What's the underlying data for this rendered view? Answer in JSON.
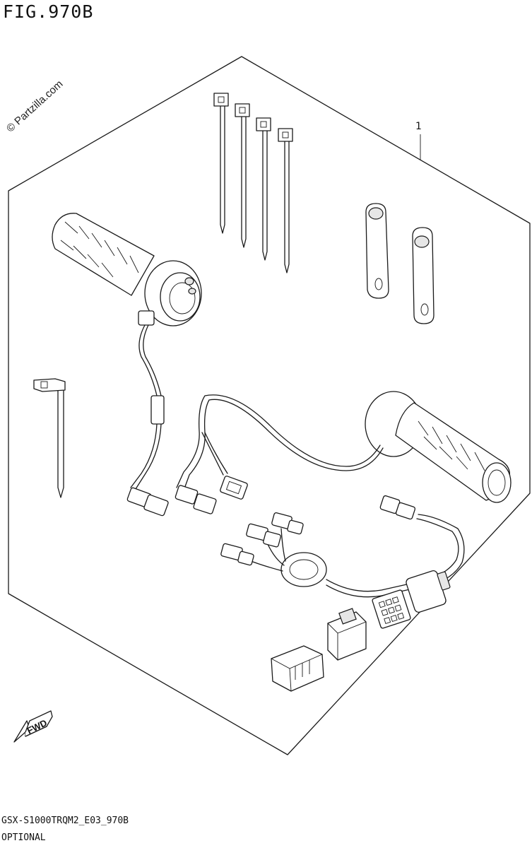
{
  "figure": {
    "title": "FIG.970B",
    "watermark": "© Partzilla.com",
    "callout_number": "1",
    "code": "GSX-S1000TRQM2_E03_970B",
    "note": "OPTIONAL",
    "fwd_label": "FWD"
  }
}
